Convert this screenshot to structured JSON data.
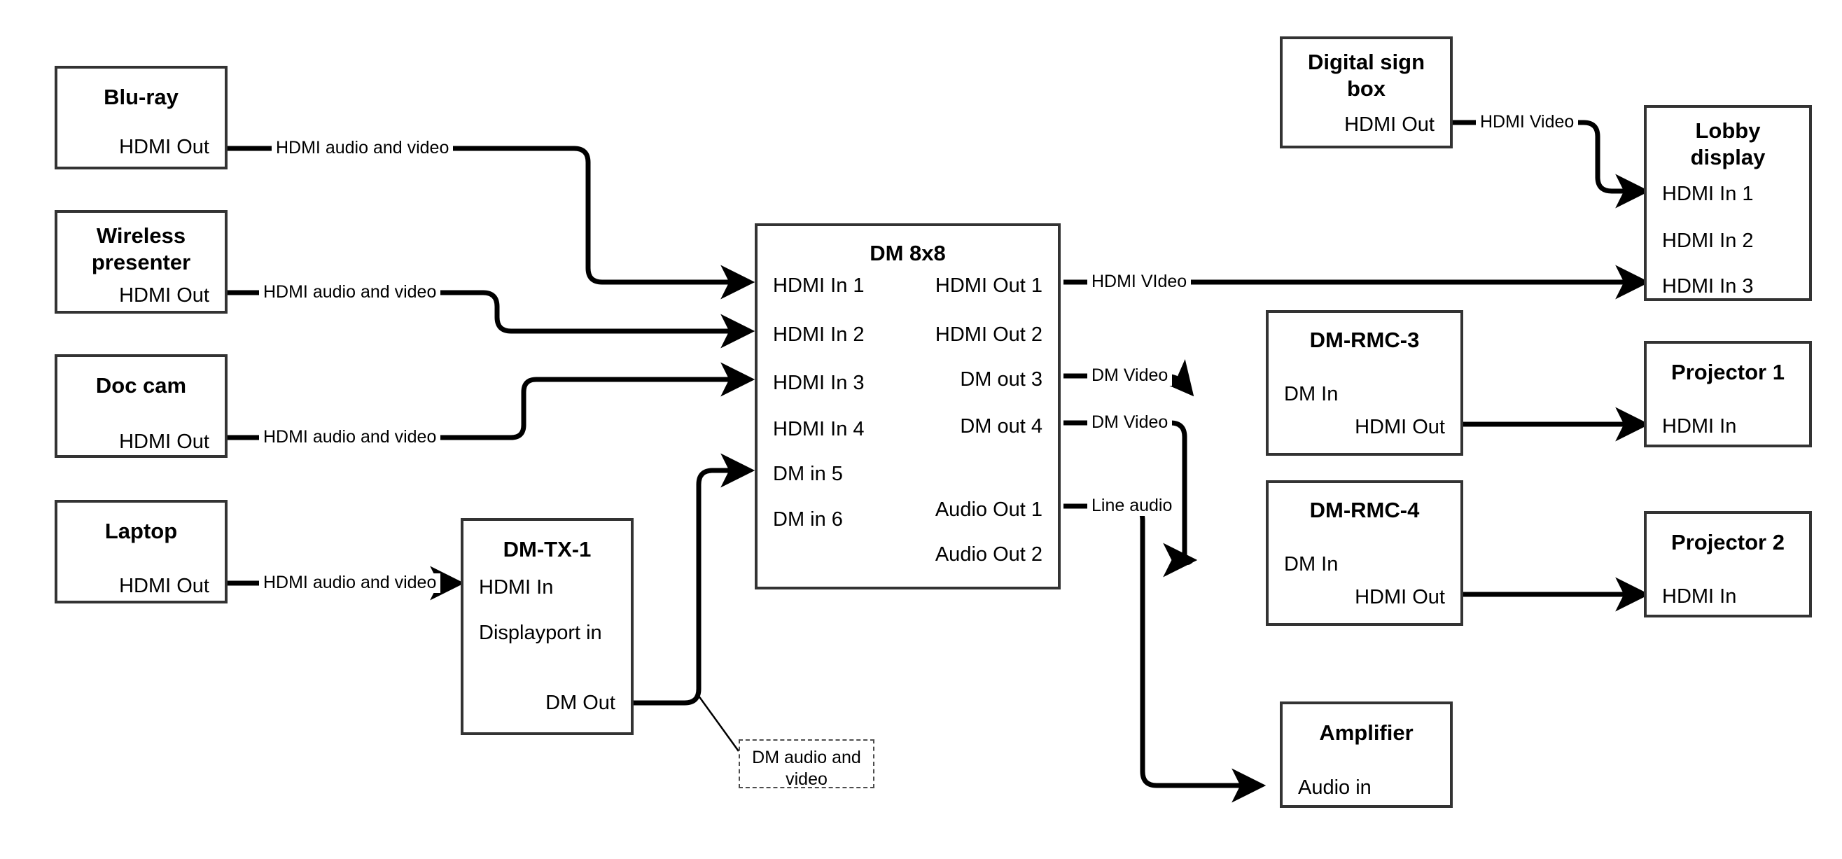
{
  "diagram": {
    "title": "AV signal flow diagram",
    "line_color": "#000000",
    "box_border_color": "#333333",
    "callout_border_color": "#4d4d4d",
    "background": "#ffffff"
  },
  "nodes": {
    "bluray": {
      "title": "Blu-ray",
      "ports": {
        "out1": "HDMI Out"
      }
    },
    "wireless": {
      "title": "Wireless\npresenter",
      "title_line1": "Wireless",
      "title_line2": "presenter",
      "ports": {
        "out1": "HDMI Out"
      }
    },
    "doccam": {
      "title": "Doc cam",
      "ports": {
        "out1": "HDMI Out"
      }
    },
    "laptop": {
      "title": "Laptop",
      "ports": {
        "out1": "HDMI Out"
      }
    },
    "dmtx1": {
      "title": "DM-TX-1",
      "ports": {
        "in1": "HDMI In",
        "in2": "Displayport in",
        "out1": "DM Out"
      }
    },
    "dm8x8": {
      "title": "DM 8x8",
      "inputs": [
        "HDMI In 1",
        "HDMI In 2",
        "HDMI In 3",
        "HDMI In 4",
        "DM in 5",
        "DM in 6"
      ],
      "outputs": [
        "HDMI Out 1",
        "HDMI Out 2",
        "DM out 3",
        "DM out 4",
        "Audio Out 1",
        "Audio Out 2"
      ]
    },
    "digitalsign": {
      "title_line1": "Digital sign",
      "title_line2": "box",
      "ports": {
        "out1": "HDMI Out"
      }
    },
    "lobby": {
      "title_line1": "Lobby",
      "title_line2": "display",
      "inputs": [
        "HDMI In 1",
        "HDMI In 2",
        "HDMI In 3"
      ]
    },
    "dmrmc3": {
      "title": "DM-RMC-3",
      "ports": {
        "in1": "DM In",
        "out1": "HDMI Out"
      }
    },
    "dmrmc4": {
      "title": "DM-RMC-4",
      "ports": {
        "in1": "DM In",
        "out1": "HDMI Out"
      }
    },
    "projector1": {
      "title": "Projector 1",
      "ports": {
        "in1": "HDMI In"
      }
    },
    "projector2": {
      "title": "Projector 2",
      "ports": {
        "in1": "HDMI In"
      }
    },
    "amplifier": {
      "title": "Amplifier",
      "ports": {
        "in1": "Audio in"
      }
    }
  },
  "edge_labels": {
    "bluray_to_dm": "HDMI audio and video",
    "wireless_to_dm": "HDMI audio and video",
    "doccam_to_dm": "HDMI audio and video",
    "laptop_to_tx": "HDMI audio and video",
    "sign_to_lobby": "HDMI Video",
    "dmout1_to_lobby": "HDMI VIdeo",
    "dmout3_to_rmc3": "DM Video",
    "dmout4_to_rmc4": "DM Video",
    "audio_to_amp": "Line audio"
  },
  "callouts": {
    "dm_av": {
      "line1": "DM audio and",
      "line2": "video"
    }
  }
}
